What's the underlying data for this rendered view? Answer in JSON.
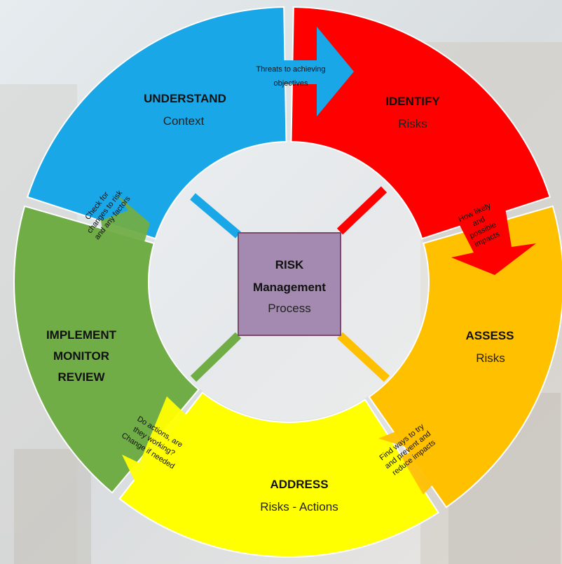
{
  "colors": {
    "understand": "#1aa7e8",
    "identify": "#ff0000",
    "assess": "#ffc000",
    "address": "#ffff00",
    "implement": "#70ad47",
    "center": "#a48ab0",
    "background": "#dfe6ea"
  },
  "center": {
    "title1": "RISK",
    "title2": "Management",
    "subtitle": "Process"
  },
  "segments": {
    "understand": {
      "title": "UNDERSTAND",
      "subtitle": "Context"
    },
    "identify": {
      "title": "IDENTIFY",
      "subtitle": "Risks"
    },
    "assess": {
      "title": "ASSESS",
      "subtitle": "Risks"
    },
    "address": {
      "title": "ADDRESS",
      "subtitle": "Risks - Actions"
    },
    "implement": {
      "line1": "IMPLEMENT",
      "line2": "MONITOR",
      "line3": "REVIEW"
    }
  },
  "arrows": {
    "threats": {
      "line1": "Threats to achieving",
      "line2": "objectives"
    },
    "likely": {
      "line1": "How likely",
      "line2": "and",
      "line3": "possible",
      "line4": "impacts"
    },
    "ways": {
      "line1": "Find ways to try",
      "line2": "and prevent and",
      "line3": "reduce impacts"
    },
    "actions": {
      "line1": "Do actions, are",
      "line2": "they working?",
      "line3": "Change if needed"
    },
    "check": {
      "line1": "Check for",
      "line2": "changes to risk",
      "line3": "and any factors"
    }
  }
}
